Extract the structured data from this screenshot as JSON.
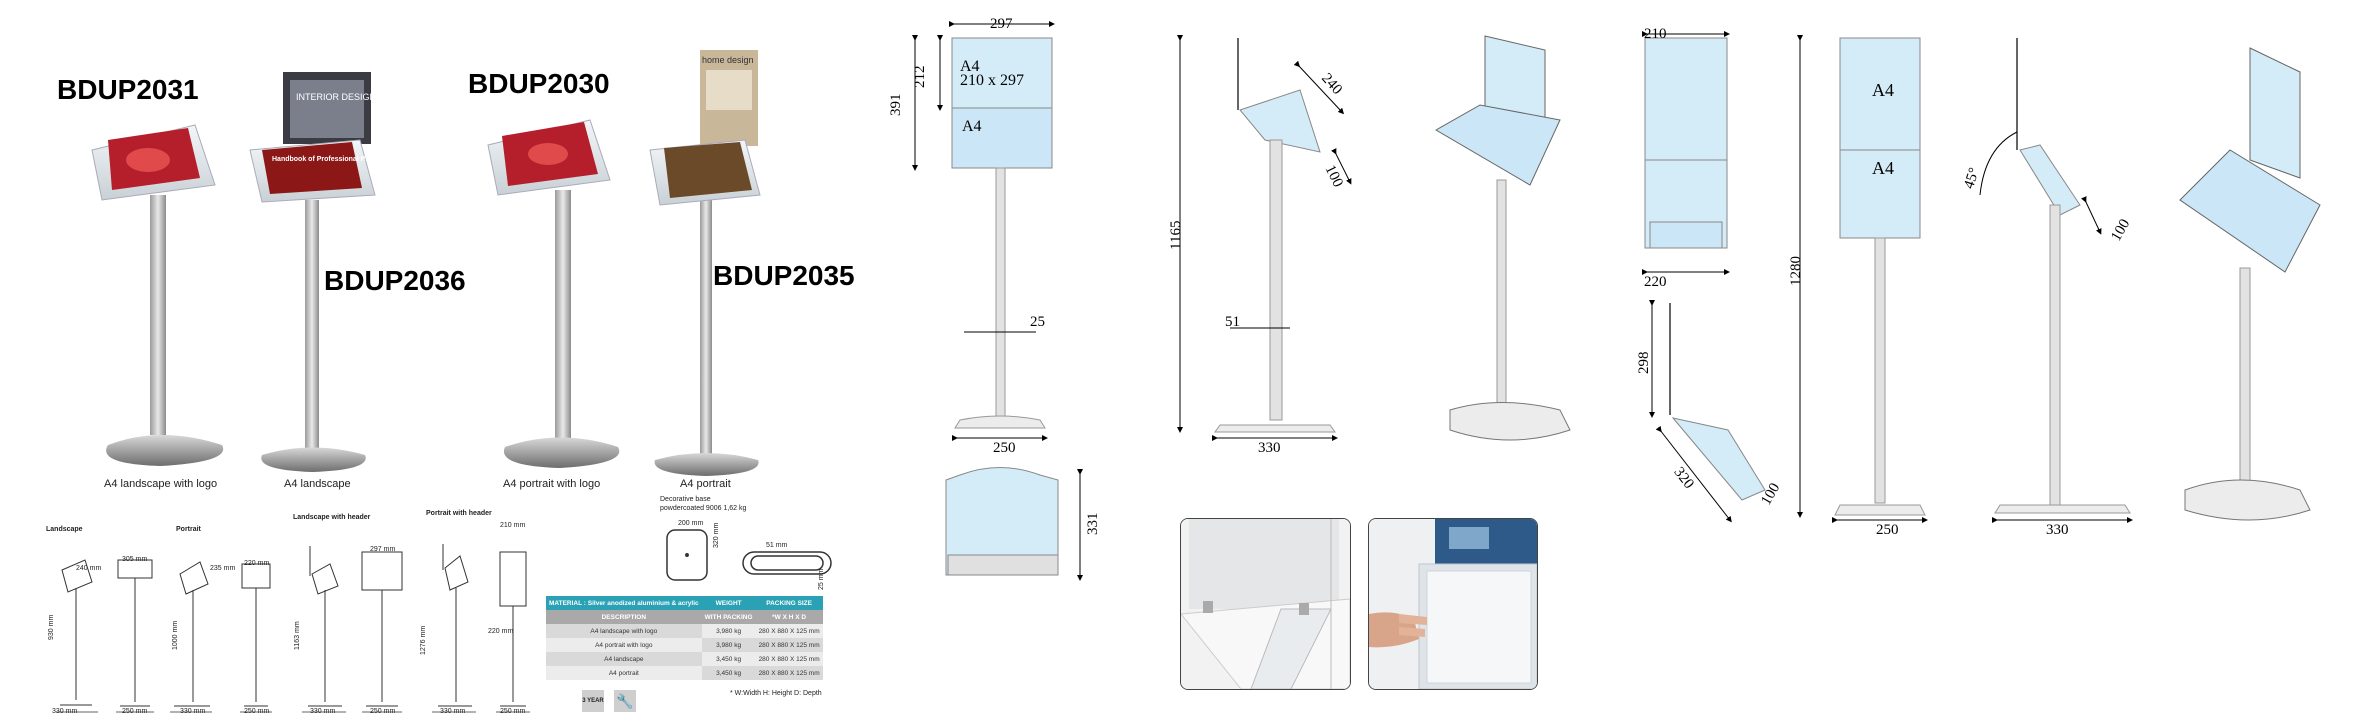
{
  "products": {
    "codes": [
      "BDUP2031",
      "BDUP2036",
      "BDUP2030",
      "BDUP2035"
    ],
    "captions": [
      "A4 landscape with logo",
      "A4 landscape",
      "A4 portrait with logo",
      "A4 portrait"
    ],
    "magazine_text": [
      "home design",
      "INTERIOR DESIGN",
      "Handbook of Professional Practice"
    ]
  },
  "spec_sheet": {
    "titles": [
      "Landscape",
      "Portrait",
      "Landscape with header",
      "Portrait with header"
    ],
    "dims": [
      "930 mm",
      "330 mm",
      "250 mm",
      "305 mm",
      "1000 mm",
      "330 mm",
      "250 mm",
      "220 mm",
      "1163 mm",
      "330 mm",
      "250 mm",
      "297 mm",
      "1276 mm",
      "330 mm",
      "250 mm",
      "210 mm",
      "220 mm",
      "240 mm",
      "235 mm"
    ],
    "base_note_1": "Decorative base",
    "base_note_2": "powdercoated 9006 1,62 kg",
    "base_dims": [
      "200 mm",
      "320 mm",
      "51 mm",
      "25 mm"
    ],
    "table": {
      "material": "MATERIAL : Silver anodized aluminium & acrylic",
      "weight": "WEIGHT",
      "packing_size": "PACKING SIZE",
      "sub_description": "DESCRIPTION",
      "sub_packing": "WITH PACKING",
      "sub_whd": "*W X H X D",
      "rows": [
        {
          "desc": "A4 landscape with logo",
          "weight": "3,980 kg",
          "size": "280 X 880 X 125 mm"
        },
        {
          "desc": "A4 portrait with logo",
          "weight": "3,980 kg",
          "size": "280 X 880 X 125 mm"
        },
        {
          "desc": "A4 landscape",
          "weight": "3,450 kg",
          "size": "280 X 880 X 125 mm"
        },
        {
          "desc": "A4 portrait",
          "weight": "3,450 kg",
          "size": "280 X 880 X 125 mm"
        }
      ],
      "footnote": "* W:Width   H: Height   D: Depth"
    },
    "warranty": "3 YEAR"
  },
  "drawings": {
    "d1": {
      "w297": "297",
      "h212": "212",
      "h391": "391",
      "a4": "A4",
      "size": "210 x 297",
      "a4b": "A4",
      "d25": "25",
      "w250": "250",
      "h331": "331"
    },
    "d2": {
      "h1165": "1165",
      "d240": "240",
      "d100": "100",
      "d51": "51",
      "w330": "330"
    },
    "d3": {
      "w210": "210",
      "w220": "220",
      "h298": "298",
      "d320": "320",
      "d100": "100"
    },
    "d4": {
      "h1280": "1280",
      "a4": "A4",
      "a4b": "A4",
      "w250": "250"
    },
    "d5": {
      "angle": "45°",
      "d100": "100",
      "w330": "330"
    }
  }
}
